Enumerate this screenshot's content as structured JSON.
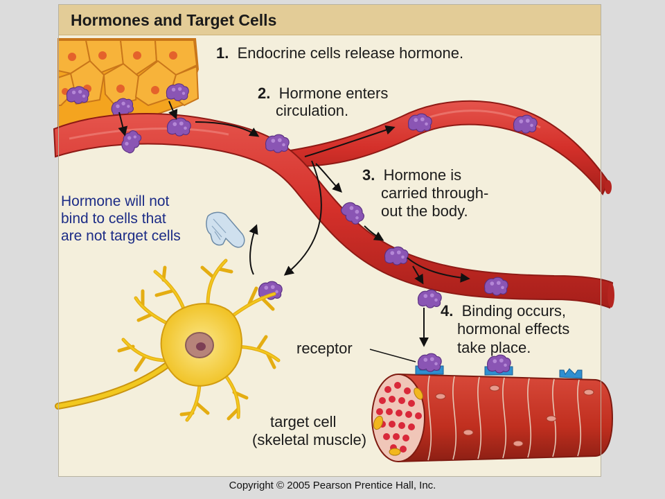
{
  "title": "Hormones and Target Cells",
  "steps": [
    {
      "num": "1.",
      "lines": [
        "Endocrine cells release hormone."
      ]
    },
    {
      "num": "2.",
      "lines": [
        "Hormone enters",
        "circulation."
      ]
    },
    {
      "num": "3.",
      "lines": [
        "Hormone is",
        "carried through-",
        "out the body."
      ]
    },
    {
      "num": "4.",
      "lines": [
        "Binding occurs,",
        "hormonal effects",
        "take place."
      ]
    }
  ],
  "warning": [
    "Hormone will not",
    "bind to cells that",
    "are not target cells"
  ],
  "labels": {
    "receptor": "receptor",
    "target_cell_line1": "target cell",
    "target_cell_line2": "(skeletal muscle)"
  },
  "copyright": "Copyright © 2005 Pearson Prentice Hall, Inc.",
  "colors": {
    "vessel": "#d4302a",
    "vessel_dark": "#9e1c18",
    "hormone": "#8a55b4",
    "endocrine": "#f4a41f",
    "neuron": "#f2c81f",
    "muscle": "#c02f1f",
    "receptor": "#2f8fd0",
    "warning_text": "#1c2c86"
  },
  "icons": [
    "pointing-hand-icon"
  ]
}
